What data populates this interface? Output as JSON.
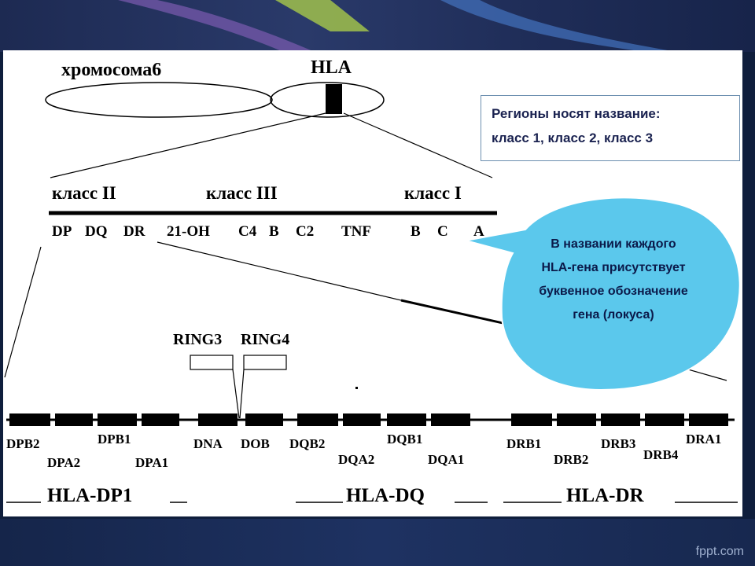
{
  "chromosome": {
    "label": "хромосома6",
    "hla_label": "HLA"
  },
  "classes": [
    {
      "label": "класс II"
    },
    {
      "label": "класс III"
    },
    {
      "label": "класс I"
    }
  ],
  "loci_row": [
    "DP",
    "DQ",
    "DR",
    "21-OH",
    "C4",
    "B",
    "C2",
    "TNF",
    "B",
    "C",
    "A"
  ],
  "ring_labels": [
    "RING3",
    "RING4"
  ],
  "genes_top": [
    "DPB2",
    "DPB1",
    "DNA",
    "DOB",
    "DQB2",
    "DQB1",
    "DRB1",
    "DRB3",
    "DRA1"
  ],
  "genes_bottom": [
    "DPA2",
    "DPA1",
    "DQA2",
    "DQA1",
    "DRB2",
    "DRB4"
  ],
  "groups": [
    "HLA-DP1",
    "HLA-DQ",
    "HLA-DR"
  ],
  "info_box": {
    "line1": "Регионы носят название:",
    "line2": "класс 1,  класс 2,  класс 3"
  },
  "bubble": {
    "lines": [
      "В названии каждого",
      "HLA-гена  присутствует",
      "буквенное обозначение",
      "гена (локуса)"
    ]
  },
  "footer": {
    "brand": "fppt.com"
  },
  "colors": {
    "bubble_fill": "#5bc8ec",
    "box_border": "#6d8fb0",
    "box_text": "#1a2250"
  }
}
